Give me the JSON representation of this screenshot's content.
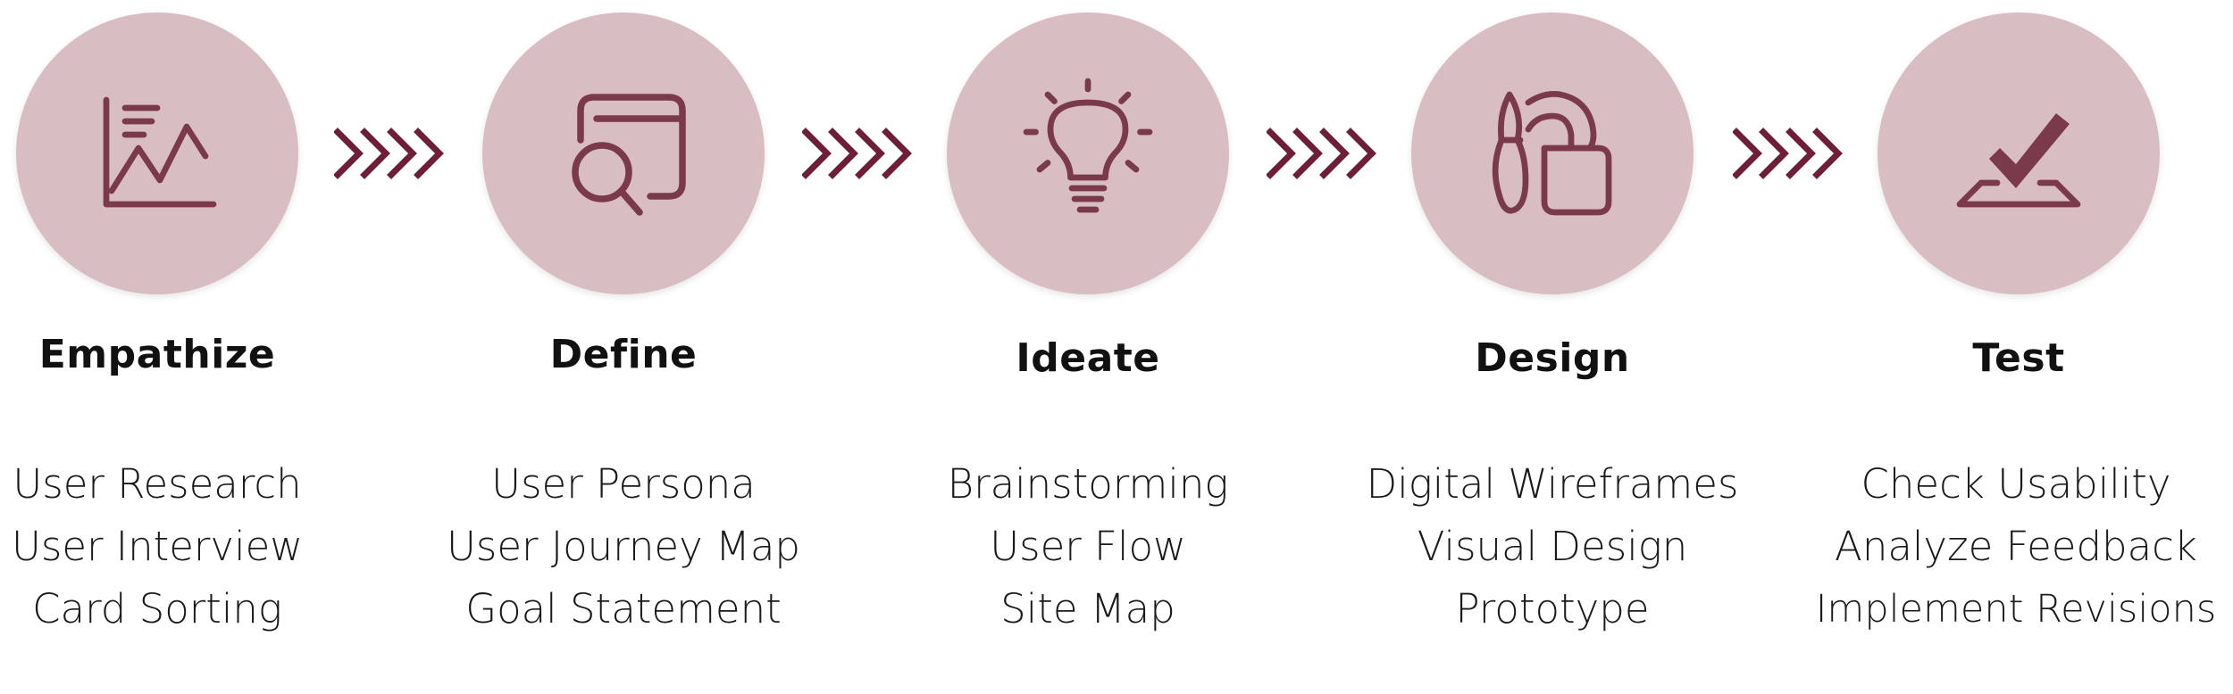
{
  "colors": {
    "circle_fill": "#d8bec3",
    "icon_stroke": "#7a3a4c",
    "arrow": "#6e1f37",
    "title": "#111111",
    "text": "#1a1a1a"
  },
  "stages": [
    {
      "title": "Empathize",
      "icon": "chart-icon",
      "items": [
        "User Research",
        "User Interview",
        "Card Sorting"
      ]
    },
    {
      "title": "Define",
      "icon": "search-window-icon",
      "items": [
        "User Persona",
        "User Journey Map",
        "Goal Statement"
      ]
    },
    {
      "title": "Ideate",
      "icon": "lightbulb-icon",
      "items": [
        "Brainstorming",
        "User Flow",
        "Site Map"
      ]
    },
    {
      "title": "Design",
      "icon": "design-tools-icon",
      "items": [
        "Digital Wireframes",
        "Visual Design",
        "Prototype"
      ]
    },
    {
      "title": "Test",
      "icon": "checkmark-icon",
      "items": [
        "Check Usability",
        "Analyze Feedback",
        "Implement Revisions"
      ]
    }
  ],
  "connectors": [
    "chevron-arrows-icon",
    "chevron-arrows-icon",
    "chevron-arrows-icon",
    "chevron-arrows-icon"
  ]
}
